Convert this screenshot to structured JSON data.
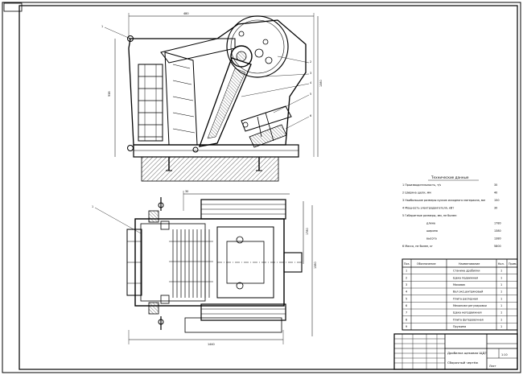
{
  "sheet": {
    "stamp_box": "",
    "side_view_dims": {
      "top_width": "480",
      "height_left": "938",
      "height_right": "1380"
    },
    "plan_view_dims": {
      "right_height": "1780",
      "right_height2": "1380",
      "bottom_width": "1440",
      "top_small": "30"
    },
    "leaders": [
      "1",
      "2",
      "3",
      "4",
      "5",
      "6",
      "1"
    ]
  },
  "spec": {
    "title": "Технические данные",
    "rows": [
      {
        "label": "1 Производительность, т/ч",
        "value": "35"
      },
      {
        "label": "2 Ширина щели, мм",
        "value": "40"
      },
      {
        "label": "3 Наибольшие размеры кусков исходного материала, мм",
        "value": "150"
      },
      {
        "label": "4 Мощность электродвигателя, кВт",
        "value": "30"
      },
      {
        "label": "5 Габаритные размеры, мм, не более:",
        "value": ""
      },
      {
        "label": "длина",
        "value": "1780"
      },
      {
        "label": "ширина",
        "value": "1380"
      },
      {
        "label": "высота",
        "value": "1380"
      },
      {
        "label": "6 Масса, не более, кг",
        "value": "5800"
      }
    ]
  },
  "parts": {
    "headers": [
      "Поз.",
      "Обозначение",
      "Наименование",
      "Кол.",
      "Прим."
    ],
    "rows": [
      {
        "pos": "1",
        "name": "Станина дробилки",
        "qty": "1"
      },
      {
        "pos": "2",
        "name": "Щека подвижная",
        "qty": "1"
      },
      {
        "pos": "3",
        "name": "Маховик",
        "qty": "1"
      },
      {
        "pos": "4",
        "name": "Вал эксцентриковый",
        "qty": "1"
      },
      {
        "pos": "5",
        "name": "Плита распорная",
        "qty": "1"
      },
      {
        "pos": "6",
        "name": "Механизм регулировки",
        "qty": "1"
      },
      {
        "pos": "7",
        "name": "Щека неподвижная",
        "qty": "1"
      },
      {
        "pos": "8",
        "name": "Плита футеровочная",
        "qty": "1"
      },
      {
        "pos": "9",
        "name": "Пружина",
        "qty": "1"
      }
    ]
  },
  "title_block": {
    "line1": "Дробилка щековая ЩДП",
    "line2": "Сборочный чертёж",
    "scale": "1:10",
    "mass": "",
    "sheet": "Лист"
  }
}
